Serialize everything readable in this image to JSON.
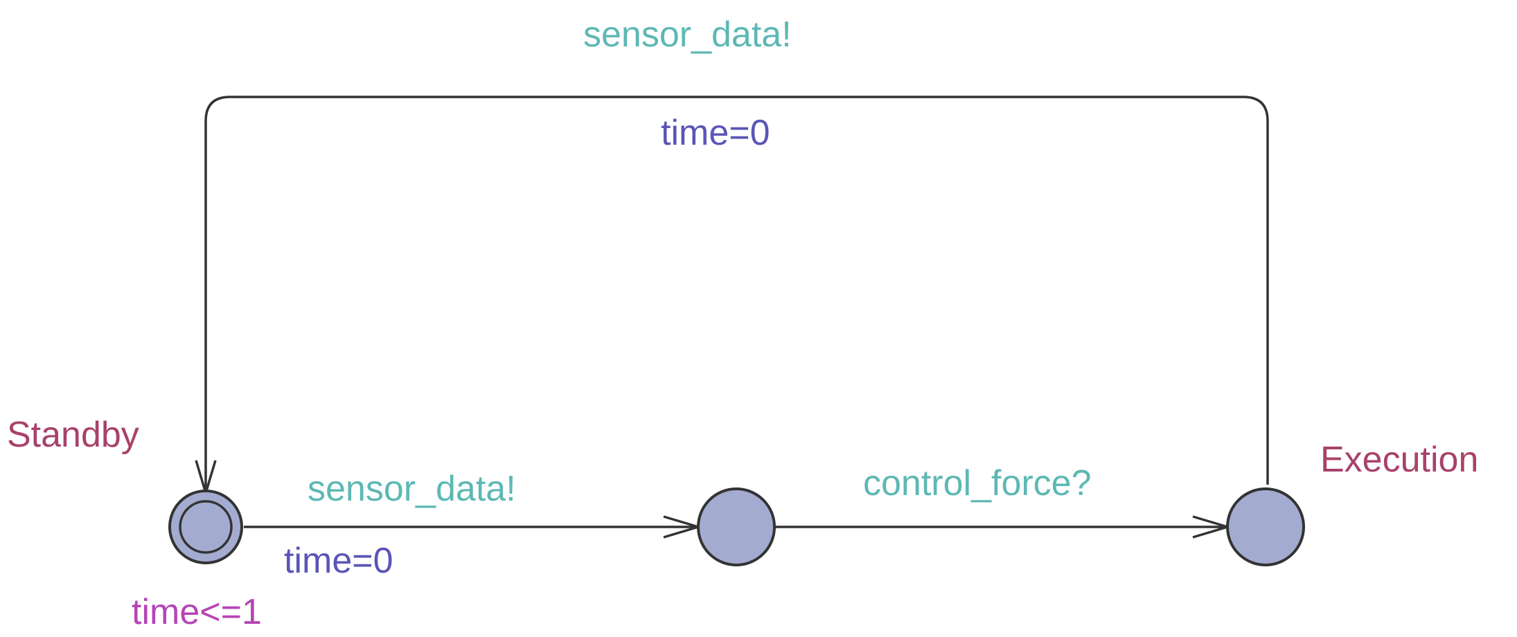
{
  "automaton": {
    "locations": [
      {
        "id": "standby",
        "name": "Standby",
        "initial": true,
        "invariant": "time<=1"
      },
      {
        "id": "middle",
        "name": "",
        "initial": false,
        "invariant": ""
      },
      {
        "id": "execution",
        "name": "Execution",
        "initial": false,
        "invariant": ""
      }
    ],
    "edges": [
      {
        "id": "standby-to-middle",
        "from": "standby",
        "to": "middle",
        "sync": "sensor_data!",
        "update": "time=0"
      },
      {
        "id": "middle-to-execution",
        "from": "middle",
        "to": "execution",
        "sync": "control_force?",
        "update": ""
      },
      {
        "id": "execution-to-standby",
        "from": "execution",
        "to": "standby",
        "sync": "sensor_data!",
        "update": "time=0"
      }
    ]
  },
  "colors": {
    "location_fill": "#a3acd0",
    "location_stroke": "#333333",
    "edge_stroke": "#333333",
    "location_name": "#a8426a",
    "invariant": "#b545b6",
    "sync": "#5db8b4",
    "update": "#5a55b6"
  }
}
